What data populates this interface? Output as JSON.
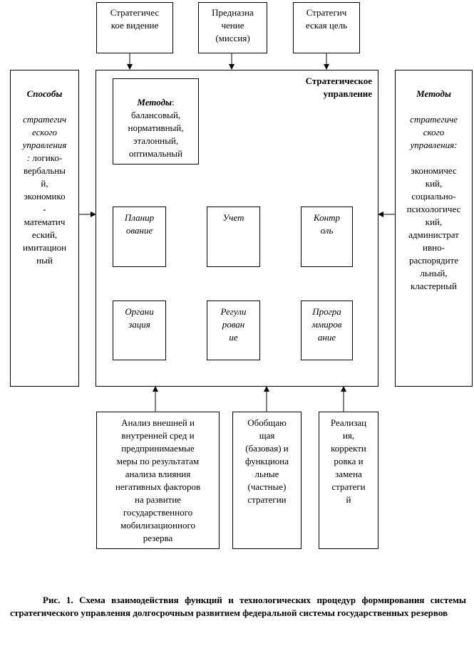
{
  "top": {
    "vision": "Стратегичес\nкое видение",
    "mission": "Предназна\nчение\n(миссия)",
    "goal": "Стратегич\nеская цель"
  },
  "left_panel": {
    "title": "Способы",
    "subtitle": "стратегич\nеского\nуправления\n:",
    "items": " логико-\nвербальны\nй,\nэкономико\n-\nматематич\nеский,\nимитацион\nный"
  },
  "right_panel": {
    "title": "Методы",
    "subtitle": "стратегиче\nского\nуправления:",
    "items": "экономичес\nкий,\nсоциально-\nпсихологичес\nкий,\nадминистрат\nивно-\nраспорядите\nльный,\nкластерный"
  },
  "center": {
    "title": "Стратегическое\nуправление",
    "methods_title": "Методы",
    "methods_items": ":\nбалансовый,\nнормативный,\nэталонный,\nоптимальный"
  },
  "process": {
    "planning": "Планир\nование",
    "accounting": "Учет",
    "control": "Контр\nоль",
    "organization": "Органи\nзация",
    "regulation": "Регули\nрован\nие",
    "programming": "Програ\nммиров\nание"
  },
  "bottom": {
    "analysis": "Анализ внешней и\nвнутренней сред и\nпредпринимаемые\nмеры по результатам\nанализа влияния\nнегативных факторов\nна развитие\nгосударственного\nмобилизационного\nрезерва",
    "strategies": "Обобщаю\nщая\n(базовая) и\nфункциона\nльные\n(частные)\nстратегии",
    "implementation": "Реализац\nия,\nкорректи\nровка и\nзамена\nстратеги\nй"
  },
  "caption": {
    "text": "Рис. 1. Схема взаимодействия функций и технологических процедур формирования системы стратегического управления долгосрочным развитием федеральной системы государственных резервов"
  }
}
